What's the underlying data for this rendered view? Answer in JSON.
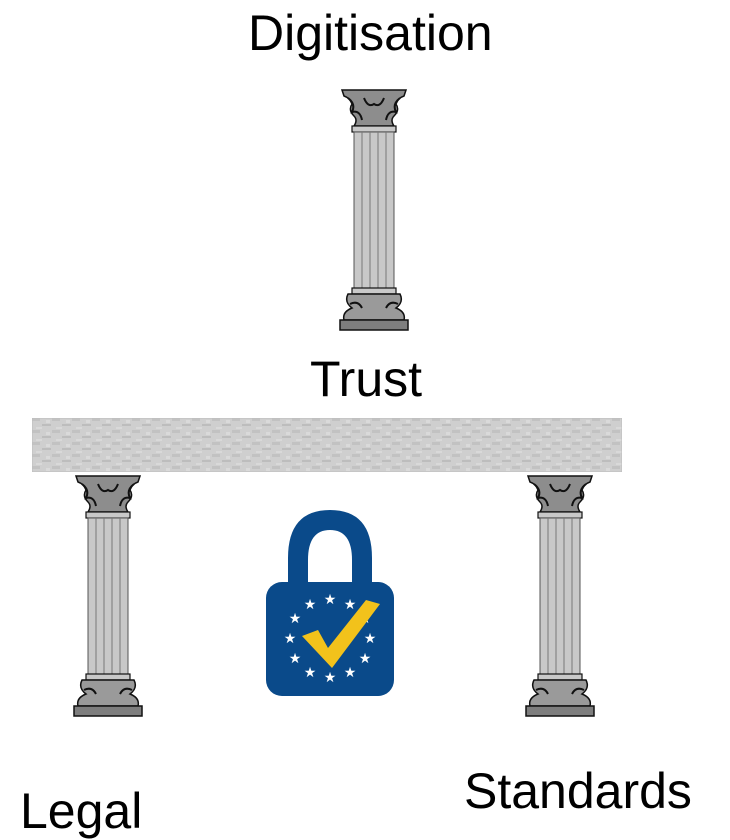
{
  "labels": {
    "top": "Digitisation",
    "middle": "Trust",
    "bottom_left": "Legal",
    "bottom_right": "Standards"
  },
  "graphics": {
    "pillar_icon": "classical-column-icon",
    "beam_icon": "stone-lintel-beam",
    "lock_icon": "eu-trust-padlock-icon"
  },
  "colors": {
    "lock_blue": "#0a4a8a",
    "lock_check": "#f2c21b",
    "stars": "#ffffff",
    "stone": "#b8b8b8",
    "beam": "#cfcfcf"
  }
}
